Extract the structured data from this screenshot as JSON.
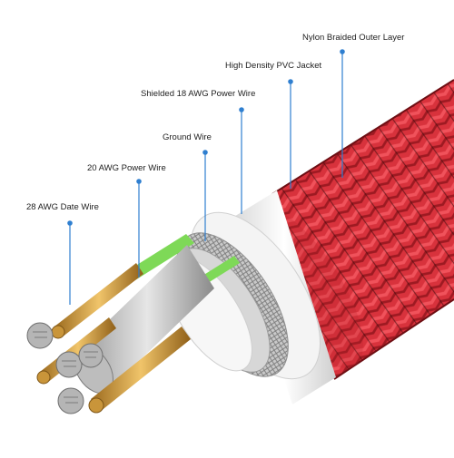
{
  "labels": {
    "nylon": "Nylon Braided Outer Layer",
    "pvc": "High Density PVC Jacket",
    "shielded": "Shielded 18 AWG Power Wire",
    "ground": "Ground Wire",
    "power20": "20 AWG Power Wire",
    "data28": "28 AWG Date Wire"
  },
  "colors": {
    "braid": "#d8323c",
    "braid_dark": "#8e1219",
    "jacket": "#f2f2f2",
    "shield": "#b9b9b9",
    "copper": "#c9953a",
    "green_insulation": "#7ed957",
    "leader_line": "#2f7fd0"
  }
}
